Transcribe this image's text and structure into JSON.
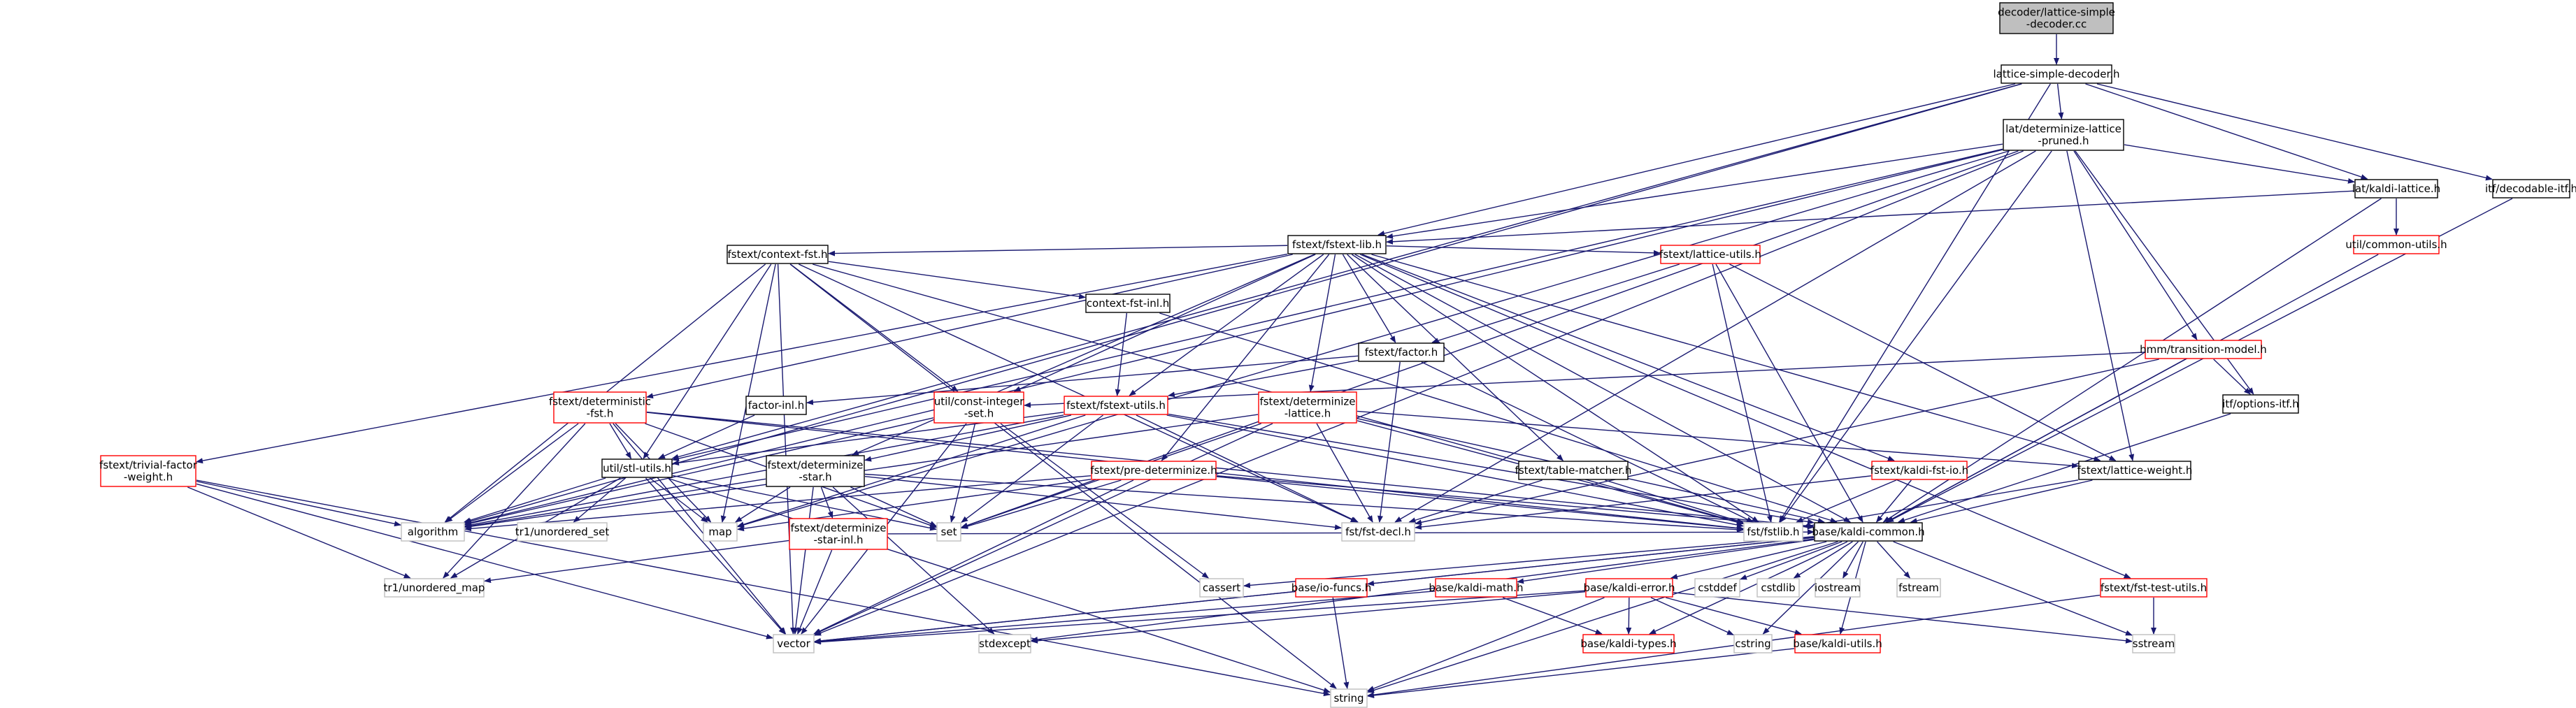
{
  "colors": {
    "edge": "#191970",
    "root_fill": "#bfbfbf",
    "doc_border": "#000000",
    "red_border": "#ff0000",
    "system_border": "#bfbfbf"
  },
  "nodes": [
    {
      "id": "root",
      "lines": [
        "decoder/lattice-simple",
        "-decoder.cc"
      ],
      "kind": "root"
    },
    {
      "id": "lsd",
      "lines": [
        "lattice-simple-decoder.h"
      ],
      "kind": "doc"
    },
    {
      "id": "dlp",
      "lines": [
        "lat/determinize-lattice",
        "-pruned.h"
      ],
      "kind": "doc"
    },
    {
      "id": "kl",
      "lines": [
        "lat/kaldi-lattice.h"
      ],
      "kind": "doc"
    },
    {
      "id": "ditf",
      "lines": [
        "itf/decodable-itf.h"
      ],
      "kind": "doc"
    },
    {
      "id": "fel",
      "lines": [
        "fstext/fstext-lib.h"
      ],
      "kind": "doc"
    },
    {
      "id": "cu",
      "lines": [
        "util/common-utils.h"
      ],
      "kind": "red"
    },
    {
      "id": "cf",
      "lines": [
        "fstext/context-fst.h"
      ],
      "kind": "doc"
    },
    {
      "id": "lu",
      "lines": [
        "fstext/lattice-utils.h"
      ],
      "kind": "red"
    },
    {
      "id": "tm",
      "lines": [
        "hmm/transition-model.h"
      ],
      "kind": "red"
    },
    {
      "id": "cfi",
      "lines": [
        "context-fst-inl.h"
      ],
      "kind": "doc"
    },
    {
      "id": "fac",
      "lines": [
        "fstext/factor.h"
      ],
      "kind": "doc"
    },
    {
      "id": "oi",
      "lines": [
        "itf/options-itf.h"
      ],
      "kind": "doc"
    },
    {
      "id": "det",
      "lines": [
        "fstext/deterministic",
        "-fst.h"
      ],
      "kind": "red"
    },
    {
      "id": "fi",
      "lines": [
        "factor-inl.h"
      ],
      "kind": "doc"
    },
    {
      "id": "ci",
      "lines": [
        "util/const-integer",
        "-set.h"
      ],
      "kind": "red"
    },
    {
      "id": "fu",
      "lines": [
        "fstext/fstext-utils.h"
      ],
      "kind": "red"
    },
    {
      "id": "dl",
      "lines": [
        "fstext/determinize",
        "-lattice.h"
      ],
      "kind": "red"
    },
    {
      "id": "ttf",
      "lines": [
        "fstext/trivial-factor",
        "-weight.h"
      ],
      "kind": "red"
    },
    {
      "id": "su",
      "lines": [
        "util/stl-utils.h"
      ],
      "kind": "doc"
    },
    {
      "id": "ds",
      "lines": [
        "fstext/determinize",
        "-star.h"
      ],
      "kind": "doc"
    },
    {
      "id": "pd",
      "lines": [
        "fstext/pre-determinize.h"
      ],
      "kind": "red"
    },
    {
      "id": "tmh",
      "lines": [
        "fstext/table-matcher.h"
      ],
      "kind": "doc"
    },
    {
      "id": "kfi",
      "lines": [
        "fstext/kaldi-fst-io.h"
      ],
      "kind": "red"
    },
    {
      "id": "lw",
      "lines": [
        "fstext/lattice-weight.h"
      ],
      "kind": "doc"
    },
    {
      "id": "alg",
      "lines": [
        "algorithm"
      ],
      "kind": "sys"
    },
    {
      "id": "tus",
      "lines": [
        "tr1/unordered_set"
      ],
      "kind": "sys"
    },
    {
      "id": "map",
      "lines": [
        "map"
      ],
      "kind": "sys"
    },
    {
      "id": "set",
      "lines": [
        "set"
      ],
      "kind": "sys"
    },
    {
      "id": "dsi",
      "lines": [
        "fstext/determinize",
        "-star-inl.h"
      ],
      "kind": "red"
    },
    {
      "id": "fd",
      "lines": [
        "fst/fst-decl.h"
      ],
      "kind": "sys"
    },
    {
      "id": "fl",
      "lines": [
        "fst/fstlib.h"
      ],
      "kind": "sys"
    },
    {
      "id": "kc",
      "lines": [
        "base/kaldi-common.h"
      ],
      "kind": "doc"
    },
    {
      "id": "tum",
      "lines": [
        "tr1/unordered_map"
      ],
      "kind": "sys"
    },
    {
      "id": "cas",
      "lines": [
        "cassert"
      ],
      "kind": "sys"
    },
    {
      "id": "iof",
      "lines": [
        "base/io-funcs.h"
      ],
      "kind": "red"
    },
    {
      "id": "km",
      "lines": [
        "base/kaldi-math.h"
      ],
      "kind": "red"
    },
    {
      "id": "ke",
      "lines": [
        "base/kaldi-error.h"
      ],
      "kind": "red"
    },
    {
      "id": "cstddef",
      "lines": [
        "cstddef"
      ],
      "kind": "sys"
    },
    {
      "id": "cstdlib",
      "lines": [
        "cstdlib"
      ],
      "kind": "sys"
    },
    {
      "id": "ios",
      "lines": [
        "iostream"
      ],
      "kind": "sys"
    },
    {
      "id": "fst",
      "lines": [
        "fstream"
      ],
      "kind": "sys"
    },
    {
      "id": "ftu",
      "lines": [
        "fstext/fst-test-utils.h"
      ],
      "kind": "red"
    },
    {
      "id": "vec",
      "lines": [
        "vector"
      ],
      "kind": "sys"
    },
    {
      "id": "stdx",
      "lines": [
        "stdexcept"
      ],
      "kind": "sys"
    },
    {
      "id": "kt",
      "lines": [
        "base/kaldi-types.h"
      ],
      "kind": "red"
    },
    {
      "id": "cstr",
      "lines": [
        "cstring"
      ],
      "kind": "sys"
    },
    {
      "id": "ku",
      "lines": [
        "base/kaldi-utils.h"
      ],
      "kind": "red"
    },
    {
      "id": "sst",
      "lines": [
        "sstream"
      ],
      "kind": "sys"
    },
    {
      "id": "str",
      "lines": [
        "string"
      ],
      "kind": "sys"
    }
  ],
  "edges": [
    [
      "root",
      "lsd"
    ],
    [
      "lsd",
      "dlp"
    ],
    [
      "lsd",
      "kl"
    ],
    [
      "lsd",
      "ditf"
    ],
    [
      "lsd",
      "fel"
    ],
    [
      "lsd",
      "alg"
    ],
    [
      "lsd",
      "su"
    ],
    [
      "lsd",
      "fl"
    ],
    [
      "dlp",
      "kl"
    ],
    [
      "dlp",
      "fel"
    ],
    [
      "dlp",
      "tm"
    ],
    [
      "dlp",
      "oi"
    ],
    [
      "dlp",
      "lw"
    ],
    [
      "dlp",
      "fd"
    ],
    [
      "dlp",
      "fl"
    ],
    [
      "dlp",
      "alg"
    ],
    [
      "dlp",
      "vec"
    ],
    [
      "dlp",
      "set"
    ],
    [
      "dlp",
      "map"
    ],
    [
      "dlp",
      "su"
    ],
    [
      "kl",
      "cu"
    ],
    [
      "kl",
      "fel"
    ],
    [
      "kl",
      "kc"
    ],
    [
      "ditf",
      "kc"
    ],
    [
      "cu",
      "kc"
    ],
    [
      "fel",
      "cf"
    ],
    [
      "fel",
      "lu"
    ],
    [
      "fel",
      "fac"
    ],
    [
      "fel",
      "det"
    ],
    [
      "fel",
      "fu"
    ],
    [
      "fel",
      "dl"
    ],
    [
      "fel",
      "ttf"
    ],
    [
      "fel",
      "ds"
    ],
    [
      "fel",
      "pd"
    ],
    [
      "fel",
      "tmh"
    ],
    [
      "fel",
      "kfi"
    ],
    [
      "fel",
      "lw"
    ],
    [
      "fel",
      "fl"
    ],
    [
      "fel",
      "ci"
    ],
    [
      "fel",
      "kc"
    ],
    [
      "fel",
      "ftu"
    ],
    [
      "cf",
      "cfi"
    ],
    [
      "cf",
      "ci"
    ],
    [
      "cf",
      "fl"
    ],
    [
      "cf",
      "fd"
    ],
    [
      "cf",
      "alg"
    ],
    [
      "cf",
      "str"
    ],
    [
      "cf",
      "vec"
    ],
    [
      "cf",
      "map"
    ],
    [
      "cf",
      "su"
    ],
    [
      "lu",
      "fac"
    ],
    [
      "lu",
      "lw"
    ],
    [
      "lu",
      "fl"
    ],
    [
      "lu",
      "kc"
    ],
    [
      "tm",
      "oi"
    ],
    [
      "tm",
      "ci"
    ],
    [
      "tm",
      "fd"
    ],
    [
      "tm",
      "kc"
    ],
    [
      "cfi",
      "fu"
    ],
    [
      "cfi",
      "kc"
    ],
    [
      "fac",
      "fi"
    ],
    [
      "fac",
      "fu"
    ],
    [
      "fac",
      "fl"
    ],
    [
      "fac",
      "fd"
    ],
    [
      "oi",
      "kc"
    ],
    [
      "det",
      "su"
    ],
    [
      "det",
      "alg"
    ],
    [
      "det",
      "map"
    ],
    [
      "det",
      "set"
    ],
    [
      "det",
      "vec"
    ],
    [
      "det",
      "fl"
    ],
    [
      "det",
      "kc"
    ],
    [
      "det",
      "tum"
    ],
    [
      "fi",
      "su"
    ],
    [
      "ci",
      "vec"
    ],
    [
      "ci",
      "set"
    ],
    [
      "ci",
      "alg"
    ],
    [
      "ci",
      "cas"
    ],
    [
      "fu",
      "ds"
    ],
    [
      "fu",
      "su"
    ],
    [
      "fu",
      "alg"
    ],
    [
      "fu",
      "map"
    ],
    [
      "fu",
      "set"
    ],
    [
      "fu",
      "fd"
    ],
    [
      "fu",
      "fl"
    ],
    [
      "fu",
      "kc"
    ],
    [
      "dl",
      "lw"
    ],
    [
      "dl",
      "fl"
    ],
    [
      "dl",
      "fd"
    ],
    [
      "dl",
      "alg"
    ],
    [
      "dl",
      "vec"
    ],
    [
      "dl",
      "set"
    ],
    [
      "dl",
      "kc"
    ],
    [
      "ttf",
      "alg"
    ],
    [
      "ttf",
      "str"
    ],
    [
      "ttf",
      "vec"
    ],
    [
      "ttf",
      "tum"
    ],
    [
      "su",
      "alg"
    ],
    [
      "su",
      "map"
    ],
    [
      "su",
      "set"
    ],
    [
      "su",
      "str"
    ],
    [
      "su",
      "vec"
    ],
    [
      "su",
      "tus"
    ],
    [
      "su",
      "tum"
    ],
    [
      "ds",
      "dsi"
    ],
    [
      "ds",
      "alg"
    ],
    [
      "ds",
      "map"
    ],
    [
      "ds",
      "set"
    ],
    [
      "ds",
      "vec"
    ],
    [
      "ds",
      "fd"
    ],
    [
      "ds",
      "fl"
    ],
    [
      "ds",
      "stdx"
    ],
    [
      "pd",
      "alg"
    ],
    [
      "pd",
      "map"
    ],
    [
      "pd",
      "set"
    ],
    [
      "pd",
      "vec"
    ],
    [
      "pd",
      "fl"
    ],
    [
      "pd",
      "kc"
    ],
    [
      "tmh",
      "fl"
    ],
    [
      "tmh",
      "fd"
    ],
    [
      "kfi",
      "fl"
    ],
    [
      "kfi",
      "fd"
    ],
    [
      "kfi",
      "kc"
    ],
    [
      "lw",
      "fl"
    ],
    [
      "lw",
      "kc"
    ],
    [
      "dsi",
      "kc"
    ],
    [
      "dsi",
      "vec"
    ],
    [
      "dsi",
      "tum"
    ],
    [
      "kc",
      "cas"
    ],
    [
      "kc",
      "iof"
    ],
    [
      "kc",
      "km"
    ],
    [
      "kc",
      "ke"
    ],
    [
      "kc",
      "cstddef"
    ],
    [
      "kc",
      "cstdlib"
    ],
    [
      "kc",
      "ios"
    ],
    [
      "kc",
      "fst"
    ],
    [
      "kc",
      "sst"
    ],
    [
      "kc",
      "vec"
    ],
    [
      "kc",
      "str"
    ],
    [
      "kc",
      "stdx"
    ],
    [
      "kc",
      "cstr"
    ],
    [
      "kc",
      "kt"
    ],
    [
      "kc",
      "ku"
    ],
    [
      "iof",
      "vec"
    ],
    [
      "iof",
      "str"
    ],
    [
      "km",
      "vec"
    ],
    [
      "km",
      "kt"
    ],
    [
      "ke",
      "kt"
    ],
    [
      "ke",
      "ku"
    ],
    [
      "ke",
      "vec"
    ],
    [
      "ke",
      "str"
    ],
    [
      "ke",
      "stdx"
    ],
    [
      "ke",
      "cstr"
    ],
    [
      "ke",
      "sst"
    ],
    [
      "ku",
      "str"
    ],
    [
      "ftu",
      "sst"
    ],
    [
      "ftu",
      "str"
    ]
  ]
}
